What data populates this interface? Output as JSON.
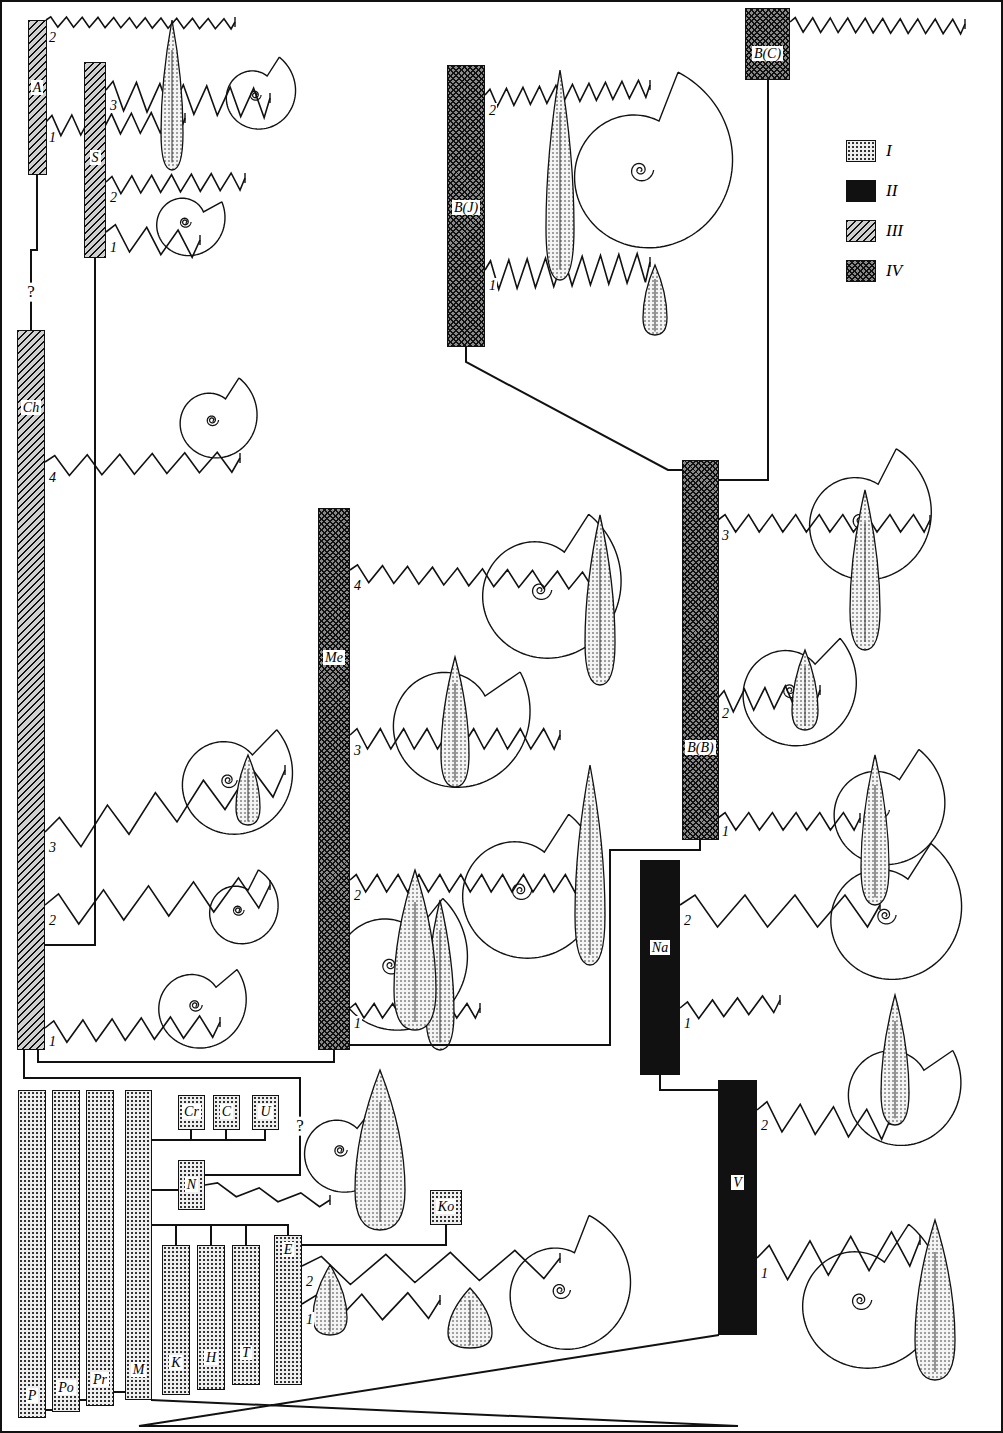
{
  "diagram": {
    "nodes": [
      {
        "text": [
          "A"
        ]
      },
      {
        "text": [
          "B(J)"
        ]
      },
      {
        "text": [
          "B(C)"
        ]
      },
      {
        "text": [
          "S"
        ]
      },
      {
        "text": [
          "B(B)"
        ]
      },
      {
        "text": [
          "Ch"
        ]
      },
      {
        "text": [
          "Me"
        ]
      },
      {
        "text": [
          "Na"
        ]
      },
      {
        "text": [
          "V"
        ]
      },
      {
        "text": [
          "P"
        ]
      },
      {
        "text": [
          "Po"
        ]
      },
      {
        "text": [
          "Pr"
        ]
      },
      {
        "text": [
          "M"
        ]
      },
      {
        "text": [
          "Cr"
        ]
      },
      {
        "text": [
          "C"
        ]
      },
      {
        "text": [
          "U"
        ]
      },
      {
        "text": [
          "N"
        ]
      },
      {
        "text": [
          "K"
        ]
      },
      {
        "text": [
          "H"
        ]
      },
      {
        "text": [
          "T"
        ]
      },
      {
        "text": [
          "E"
        ]
      },
      {
        "text": [
          "Ko"
        ]
      }
    ],
    "edges": [
      {
        "from": 5,
        "to": 0,
        "arrow": "none",
        "label": "?"
      },
      {
        "from": 5,
        "to": 3,
        "arrow": "none"
      },
      {
        "from": 5,
        "to": 6,
        "arrow": "none"
      },
      {
        "from": 16,
        "to": 5,
        "arrow": "none",
        "label": "?"
      },
      {
        "from": 6,
        "to": 4,
        "arrow": "none"
      },
      {
        "from": 4,
        "to": 1,
        "arrow": "none"
      },
      {
        "from": 4,
        "to": 2,
        "arrow": "none"
      },
      {
        "from": 8,
        "to": 7,
        "arrow": "none"
      },
      {
        "from": 12,
        "to": 8,
        "arrow": "none"
      },
      {
        "from": 9,
        "to": 10,
        "arrow": "none"
      },
      {
        "from": 10,
        "to": 11,
        "arrow": "none"
      },
      {
        "from": 11,
        "to": 12,
        "arrow": "none"
      },
      {
        "from": 12,
        "to": 13,
        "arrow": "none"
      },
      {
        "from": 12,
        "to": 14,
        "arrow": "none"
      },
      {
        "from": 12,
        "to": 15,
        "arrow": "none"
      },
      {
        "from": 12,
        "to": 16,
        "arrow": "none"
      },
      {
        "from": 12,
        "to": 17,
        "arrow": "none"
      },
      {
        "from": 12,
        "to": 18,
        "arrow": "none"
      },
      {
        "from": 12,
        "to": 19,
        "arrow": "none"
      },
      {
        "from": 12,
        "to": 20,
        "arrow": "none"
      },
      {
        "from": 20,
        "to": 21,
        "arrow": "none"
      }
    ],
    "labels": [
      "2",
      "1",
      "2",
      "1",
      "3",
      "2",
      "1",
      "4",
      "3",
      "2",
      "1",
      "4",
      "3",
      "2",
      "1",
      "3",
      "2",
      "1",
      "2",
      "1",
      "2",
      "1",
      "2",
      "1"
    ],
    "legend": [
      {
        "text": "I",
        "color": "#eeeeee"
      },
      {
        "text": "II",
        "color": "#111111"
      },
      {
        "text": "III",
        "color": "#d0d0d0"
      },
      {
        "text": "IV",
        "color": "#8a8a8a"
      }
    ]
  }
}
